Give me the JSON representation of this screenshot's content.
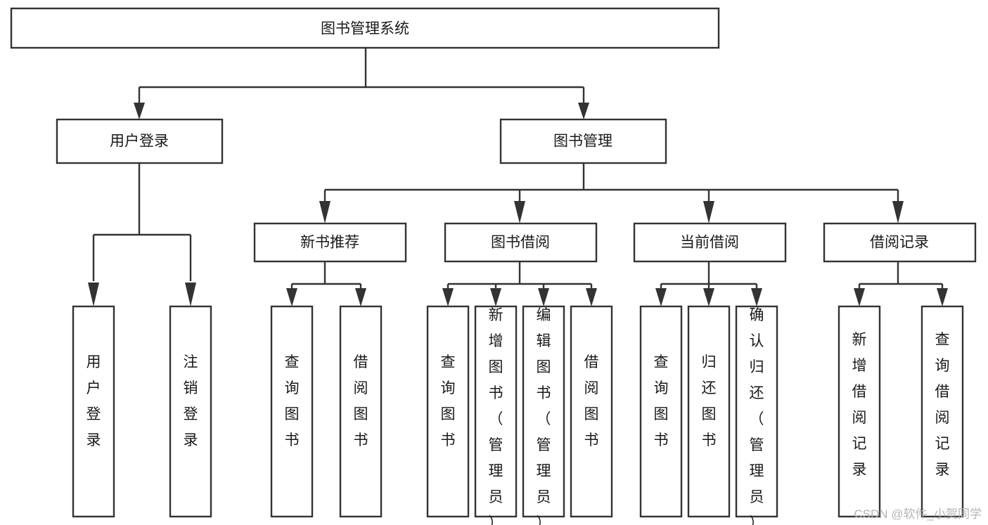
{
  "diagram": {
    "title": "图书管理系统",
    "type": "tree-hierarchy-chart",
    "orientation": "top-down",
    "background_color": "#ffffff",
    "line_color": "#333333",
    "box_fill": "#ffffff",
    "text_color": "#1a1a1a"
  },
  "nodes": {
    "root": {
      "label": "图书管理系统",
      "level": 1,
      "orientation": "horizontal"
    },
    "l2": [
      {
        "id": "user_login",
        "label": "用户登录",
        "level": 2,
        "orientation": "horizontal"
      },
      {
        "id": "book_mgmt",
        "label": "图书管理",
        "level": 2,
        "orientation": "horizontal"
      }
    ],
    "l3": [
      {
        "id": "new_book_rec",
        "label": "新书推荐",
        "level": 3,
        "orientation": "horizontal",
        "parent": "book_mgmt"
      },
      {
        "id": "book_borrow",
        "label": "图书借阅",
        "level": 3,
        "orientation": "horizontal",
        "parent": "book_mgmt"
      },
      {
        "id": "current_borrow",
        "label": "当前借阅",
        "level": 3,
        "orientation": "horizontal",
        "parent": "book_mgmt"
      },
      {
        "id": "borrow_record",
        "label": "借阅记录",
        "level": 3,
        "orientation": "horizontal",
        "parent": "book_mgmt"
      }
    ],
    "leaves": [
      {
        "id": "leaf_user_login",
        "label": "用户登录",
        "parent": "user_login",
        "orientation": "vertical"
      },
      {
        "id": "leaf_user_logout",
        "label": "注销登录",
        "parent": "user_login",
        "orientation": "vertical"
      },
      {
        "id": "leaf_query_book_1",
        "label": "查询图书",
        "parent": "new_book_rec",
        "orientation": "vertical"
      },
      {
        "id": "leaf_borrow_book_1",
        "label": "借阅图书",
        "parent": "new_book_rec",
        "orientation": "vertical"
      },
      {
        "id": "leaf_query_book_2",
        "label": "查询图书",
        "parent": "book_borrow",
        "orientation": "vertical"
      },
      {
        "id": "leaf_add_book",
        "label": "新增图书（管理员）",
        "parent": "book_borrow",
        "orientation": "vertical"
      },
      {
        "id": "leaf_edit_book",
        "label": "编辑图书（管理员）",
        "parent": "book_borrow",
        "orientation": "vertical"
      },
      {
        "id": "leaf_borrow_book_2",
        "label": "借阅图书",
        "parent": "book_borrow",
        "orientation": "vertical"
      },
      {
        "id": "leaf_query_book_3",
        "label": "查询图书",
        "parent": "current_borrow",
        "orientation": "vertical"
      },
      {
        "id": "leaf_return_book",
        "label": "归还图书",
        "parent": "current_borrow",
        "orientation": "vertical"
      },
      {
        "id": "leaf_confirm_return",
        "label": "确认归还（管理员）",
        "parent": "current_borrow",
        "orientation": "vertical"
      },
      {
        "id": "leaf_add_record",
        "label": "新增借阅记录",
        "parent": "borrow_record",
        "orientation": "vertical"
      },
      {
        "id": "leaf_query_record",
        "label": "查询借阅记录",
        "parent": "borrow_record",
        "orientation": "vertical"
      }
    ]
  },
  "watermark": {
    "text": "CSDN @软件_小贺同学"
  }
}
